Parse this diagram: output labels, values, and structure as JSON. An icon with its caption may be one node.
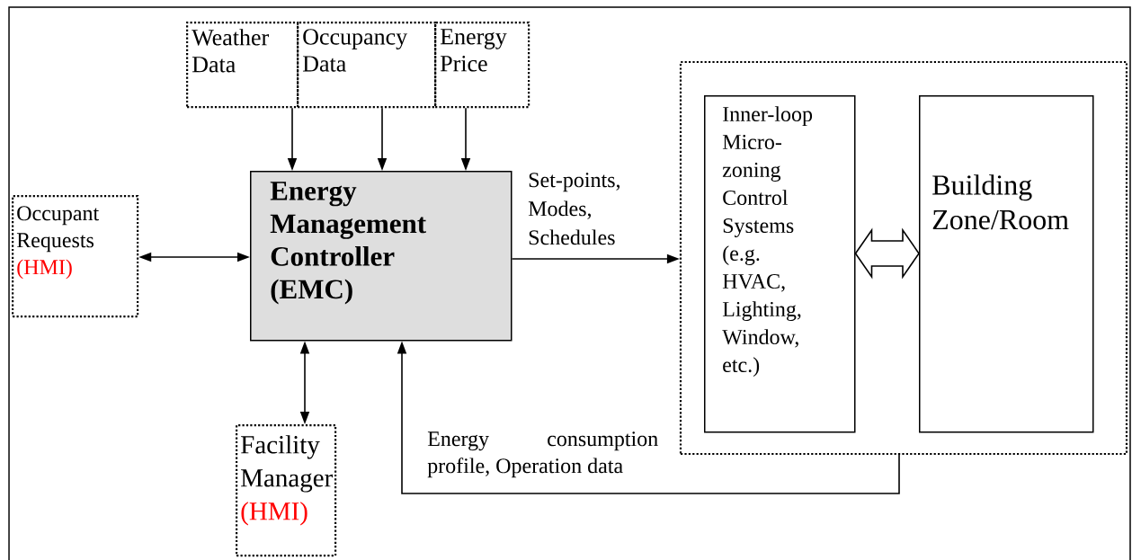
{
  "diagram": {
    "nodes": [
      {
        "text": [
          "Weather Data"
        ]
      },
      {
        "text": [
          "Occupancy Data"
        ]
      },
      {
        "text": [
          "Energy Price"
        ]
      },
      {
        "text": [
          "Occupant Requests",
          "(HMI)"
        ]
      },
      {
        "text": [
          "Energy Management Controller (EMC)"
        ]
      },
      {
        "text": [
          "Facility Manager",
          "(HMI)"
        ]
      },
      {
        "text": [],
        "shape": "box"
      },
      {
        "text": [
          "Inner-loop Micro-zoning Control Systems (e.g. HVAC, Lighting, Window, etc.)"
        ],
        "in": 6
      },
      {
        "text": [
          "Building Zone/Room"
        ],
        "in": 6
      }
    ],
    "edges": [
      {
        "from": 0,
        "to": 4,
        "arrow": "to"
      },
      {
        "from": 1,
        "to": 4,
        "arrow": "to"
      },
      {
        "from": 2,
        "to": 4,
        "arrow": "to"
      },
      {
        "from": 3,
        "to": 4,
        "arrow": "both"
      },
      {
        "from": 4,
        "to": 5,
        "arrow": "both"
      },
      {
        "from": 4,
        "to": 6,
        "arrow": "to",
        "label": "Set-points, Modes, Schedules"
      },
      {
        "from": 6,
        "to": 4,
        "arrow": "to",
        "label": "Energy consumption profile, Operation data"
      },
      {
        "from": 7,
        "to": 8,
        "arrow": "both",
        "style": "thick"
      }
    ]
  }
}
